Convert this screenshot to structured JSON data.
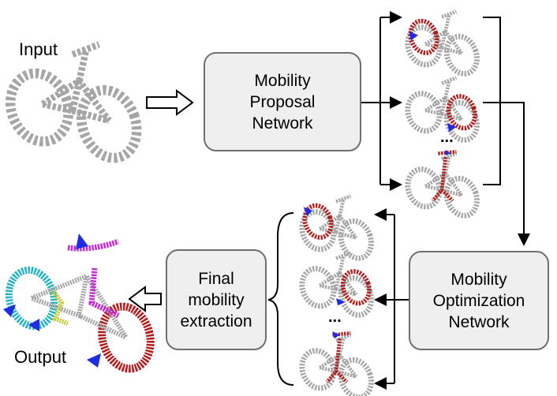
{
  "labels": {
    "input": "Input",
    "output": "Output"
  },
  "boxes": {
    "proposal": [
      "Mobility",
      "Proposal",
      "Network"
    ],
    "optimization": [
      "Mobility",
      "Optimization",
      "Network"
    ],
    "final": [
      "Final",
      "mobility",
      "extraction"
    ]
  },
  "ellipsis": "...",
  "colors": {
    "gray_points": "#a6a6a6",
    "highlight_red": "#b11d1d",
    "axis_blue": "#1f2de0",
    "part_cyan": "#27b3c3",
    "part_magenta": "#c42bd1",
    "part_yellow": "#c9c93a",
    "box_fill": "#efefef",
    "box_border": "#6f6f6f"
  }
}
